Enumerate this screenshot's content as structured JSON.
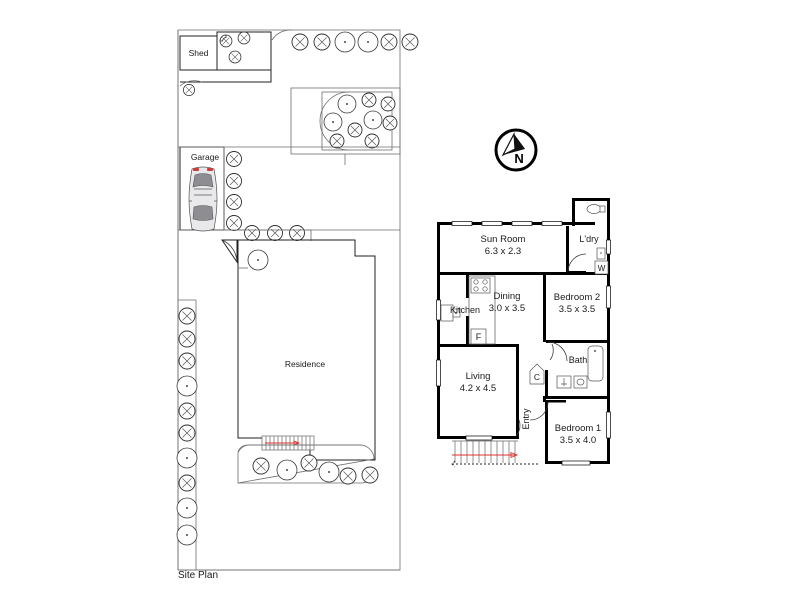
{
  "document": {
    "type": "real-estate-floor-plan",
    "caption": "Site Plan"
  },
  "compass": {
    "name": "north-compass-rose",
    "north_label": "N"
  },
  "site_plan": {
    "caption": "Site Plan",
    "structures": [
      {
        "id": "shed",
        "label": "Shed"
      },
      {
        "id": "garage",
        "label": "Garage"
      },
      {
        "id": "residence",
        "label": "Residence"
      }
    ],
    "vehicle": {
      "name": "car",
      "color": "#e9e9ec",
      "taillight_color": "#d03b3b"
    },
    "features": [
      "driveway",
      "front-steps",
      "garden-bed",
      "tree-row-left-boundary",
      "tree-row-top-boundary",
      "shrub-planting"
    ]
  },
  "floor_plan": {
    "rooms": [
      {
        "id": "sun-room",
        "label": "Sun Room",
        "dimensions": "6.3 x 2.3"
      },
      {
        "id": "laundry",
        "label": "L'dry",
        "dimensions": ""
      },
      {
        "id": "kitchen",
        "label": "Kitchen",
        "dimensions": ""
      },
      {
        "id": "dining",
        "label": "Dining",
        "dimensions": "3.0 x 3.5"
      },
      {
        "id": "bedroom-2",
        "label": "Bedroom 2",
        "dimensions": "3.5 x 3.5"
      },
      {
        "id": "living",
        "label": "Living",
        "dimensions": "4.2 x 4.5"
      },
      {
        "id": "bath",
        "label": "Bath",
        "dimensions": ""
      },
      {
        "id": "entry",
        "label": "Entry",
        "dimensions": ""
      },
      {
        "id": "bedroom-1",
        "label": "Bedroom 1",
        "dimensions": "3.5 x 4.0"
      }
    ],
    "appliance_markers": [
      {
        "id": "fridge",
        "label": "F",
        "meaning": "fridge"
      },
      {
        "id": "washer",
        "label": "W",
        "meaning": "washing machine"
      },
      {
        "id": "cupboard",
        "label": "C",
        "meaning": "cupboard"
      }
    ],
    "fixtures": [
      "stove-cooktop",
      "kitchen-sink",
      "bathtub",
      "wash-basin",
      "toilet-wc",
      "laundry-trough",
      "entry-door",
      "swing-doors"
    ]
  },
  "colors": {
    "wall": "#000000",
    "site_boundary": "#6e6e6e",
    "vegetation_outline": "#3a3a3a",
    "arrow_accent": "#e03030",
    "background": "#ffffff"
  }
}
